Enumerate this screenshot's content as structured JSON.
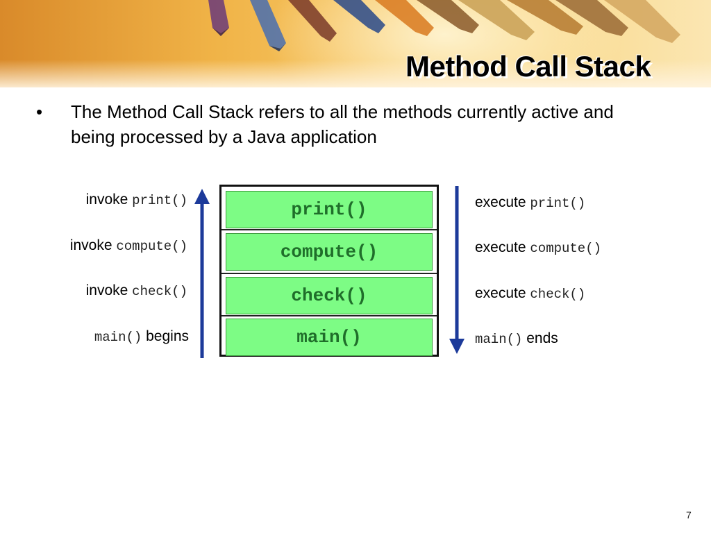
{
  "slide": {
    "title": "Method Call Stack",
    "bullet_marker": "•",
    "bullet_text": "The Method Call Stack refers to all the methods currently active and being processed by a Java application",
    "page_number": "7"
  },
  "stack": {
    "frames": [
      "print()",
      "compute()",
      "check()",
      "main()"
    ]
  },
  "left_labels": [
    {
      "word": "invoke ",
      "code": "print()",
      "suffix": ""
    },
    {
      "word": "invoke ",
      "code": "compute()",
      "suffix": ""
    },
    {
      "word": "invoke ",
      "code": "check()",
      "suffix": ""
    },
    {
      "word": "",
      "code": "main()",
      "suffix": " begins"
    }
  ],
  "right_labels": [
    {
      "word": "execute ",
      "code": "print()",
      "suffix": ""
    },
    {
      "word": "execute ",
      "code": "compute()",
      "suffix": ""
    },
    {
      "word": "execute ",
      "code": "check()",
      "suffix": ""
    },
    {
      "word": "",
      "code": "main()",
      "suffix": " ends"
    }
  ],
  "colors": {
    "frame_fill": "#7dfc85",
    "frame_text": "#1f6e2a",
    "arrow": "#1c3a9a"
  }
}
